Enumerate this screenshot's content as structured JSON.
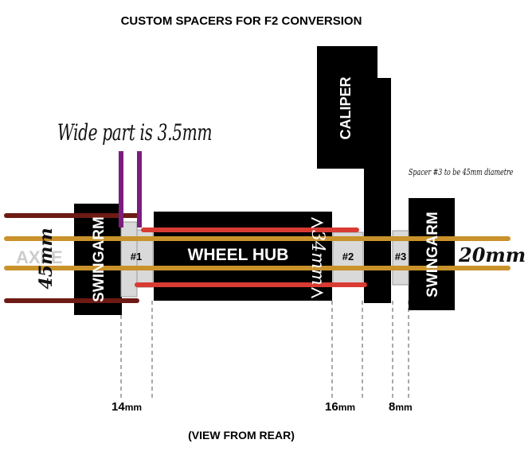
{
  "title": "CUSTOM SPACERS FOR F2 CONVERSION",
  "footer": "(VIEW FROM REAR)",
  "wide_note": "Wide part is 3.5mm",
  "spacer3_note": "Spacer #3 to be 45mm diametre",
  "axle_label": "AXLE",
  "swingarm_left": "SWINGARM",
  "swingarm_right": "SWINGARM",
  "wheel_hub": "WHEEL HUB",
  "caliper": "CALIPER",
  "spacer1": "#1",
  "spacer2": "#2",
  "spacer3": "#3",
  "dim_45": "45mm",
  "dim_34": "34mm",
  "dim_20": "20mm",
  "measurements": [
    {
      "value": "14",
      "unit": "mm"
    },
    {
      "value": "16",
      "unit": "mm"
    },
    {
      "value": "8",
      "unit": "mm"
    }
  ],
  "colors": {
    "block": "#000000",
    "spacer": "#d9d9d9",
    "axle_line": "#c9922a",
    "red_line": "#d93b33",
    "dark_red_line": "#6e1a14",
    "purple_line": "#7b1d7c"
  }
}
